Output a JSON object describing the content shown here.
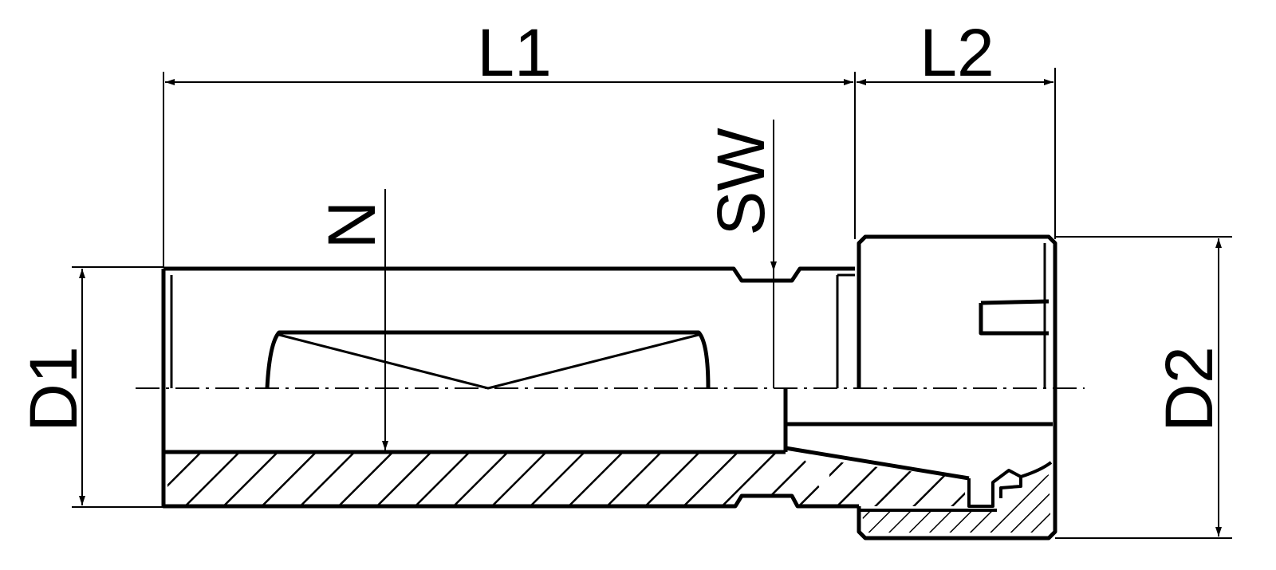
{
  "drawing": {
    "labels": {
      "L1": "L1",
      "L2": "L2",
      "SW": "SW",
      "N": "N",
      "D1": "D1",
      "D2": "D2"
    },
    "colors": {
      "line": "#000000",
      "background": "#ffffff"
    }
  }
}
